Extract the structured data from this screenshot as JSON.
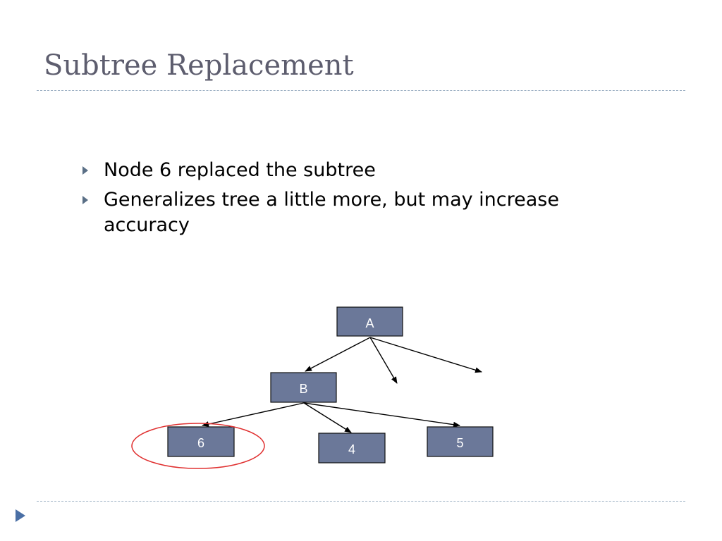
{
  "slide": {
    "title": "Subtree Replacement",
    "bullets": [
      "Node 6 replaced the subtree",
      "Generalizes tree a little more, but may increase accuracy"
    ]
  },
  "tree": {
    "nodes": [
      {
        "id": "A",
        "label": "A"
      },
      {
        "id": "B",
        "label": "B"
      },
      {
        "id": "6",
        "label": "6"
      },
      {
        "id": "4",
        "label": "4"
      },
      {
        "id": "5",
        "label": "5"
      }
    ],
    "edges": [
      {
        "from": "A",
        "to": "B"
      },
      {
        "from": "A",
        "to": null
      },
      {
        "from": "A",
        "to": null
      },
      {
        "from": "B",
        "to": "6"
      },
      {
        "from": "B",
        "to": "4"
      },
      {
        "from": "B",
        "to": "5"
      }
    ],
    "highlighted_node": "6"
  },
  "colors": {
    "node_fill": "#6b7899",
    "node_border": "#111111",
    "highlight": "#e03030",
    "title_text": "#5d5d6e",
    "bullet_marker": "#5a6f86",
    "footer_arrow": "#4a6fa5"
  },
  "icons": {
    "bullet": "triangle-bullet-icon",
    "footer": "play-triangle-icon"
  }
}
